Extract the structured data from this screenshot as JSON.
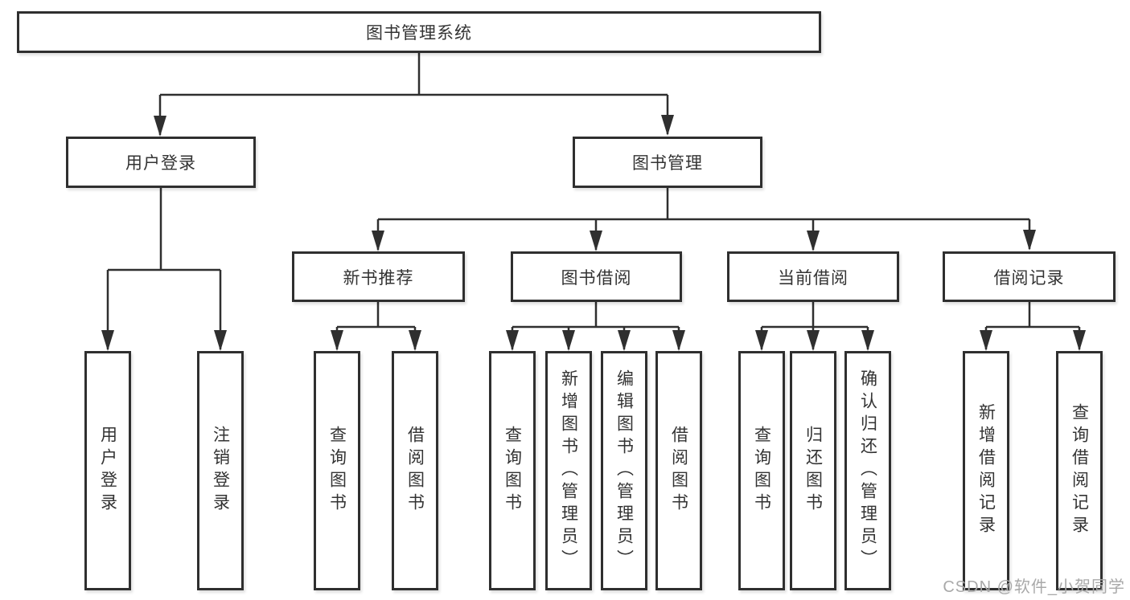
{
  "diagram": {
    "type": "hierarchy",
    "root": {
      "label": "图书管理系统"
    },
    "level1": [
      {
        "label": "用户登录",
        "parent": "图书管理系统"
      },
      {
        "label": "图书管理",
        "parent": "图书管理系统"
      }
    ],
    "level2": [
      {
        "label": "新书推荐",
        "parent": "图书管理"
      },
      {
        "label": "图书借阅",
        "parent": "图书管理"
      },
      {
        "label": "当前借阅",
        "parent": "图书管理"
      },
      {
        "label": "借阅记录",
        "parent": "图书管理"
      }
    ],
    "leaves": [
      {
        "label": "用户登录",
        "parent": "用户登录"
      },
      {
        "label": "注销登录",
        "parent": "用户登录"
      },
      {
        "label": "查询图书",
        "parent": "新书推荐"
      },
      {
        "label": "借阅图书",
        "parent": "新书推荐"
      },
      {
        "label": "查询图书",
        "parent": "图书借阅"
      },
      {
        "label": "新增图书（管理员）",
        "parent": "图书借阅"
      },
      {
        "label": "编辑图书（管理员）",
        "parent": "图书借阅"
      },
      {
        "label": "借阅图书",
        "parent": "图书借阅"
      },
      {
        "label": "查询图书",
        "parent": "当前借阅"
      },
      {
        "label": "归还图书",
        "parent": "当前借阅"
      },
      {
        "label": "确认归还（管理员）",
        "parent": "当前借阅"
      },
      {
        "label": "新增借阅记录",
        "parent": "借阅记录"
      },
      {
        "label": "查询借阅记录",
        "parent": "借阅记录"
      }
    ],
    "colors": {
      "line": "#2f2f2f",
      "text": "#333333",
      "background": "#ffffff",
      "watermark": "#a9a9a9"
    }
  },
  "watermark": {
    "text": "CSDN @软件_小贺同学"
  }
}
